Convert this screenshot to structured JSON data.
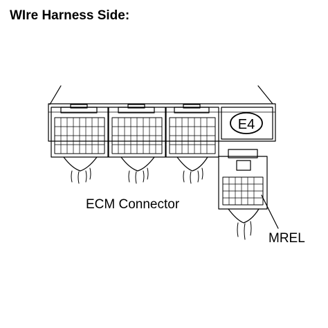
{
  "title": "WIre Harness Side:",
  "connector_code": "E4",
  "ecm_label": "ECM Connector",
  "pin_label": "MREL",
  "colors": {
    "line": "#000000",
    "background": "#ffffff"
  }
}
